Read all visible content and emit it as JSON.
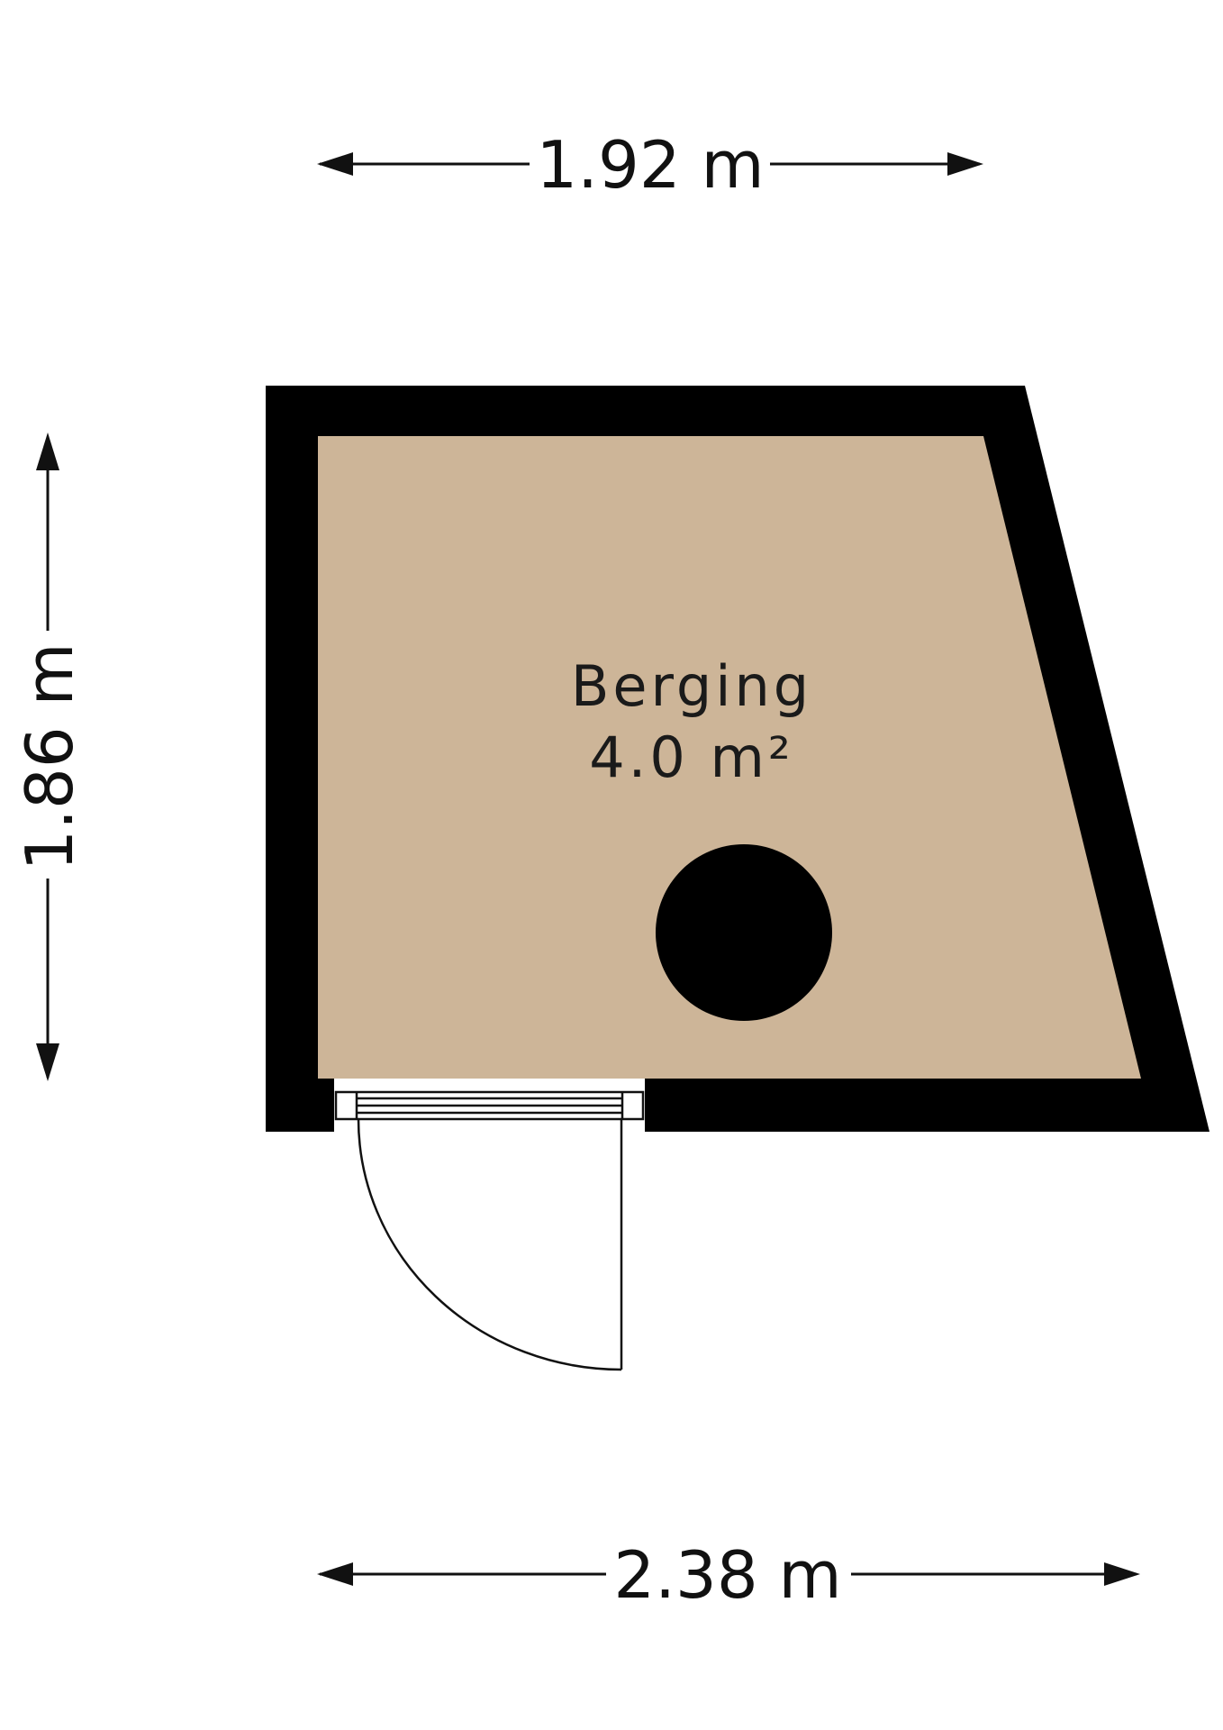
{
  "plan": {
    "room": {
      "name": "Berging",
      "area": "4.0 m²"
    },
    "dimensions": {
      "top": "1.92 m",
      "bottom": "2.38 m",
      "left": "1.86 m"
    },
    "colors": {
      "wall": "#000000",
      "floor": "#cdb598",
      "line": "#111111",
      "background": "#ffffff"
    }
  }
}
